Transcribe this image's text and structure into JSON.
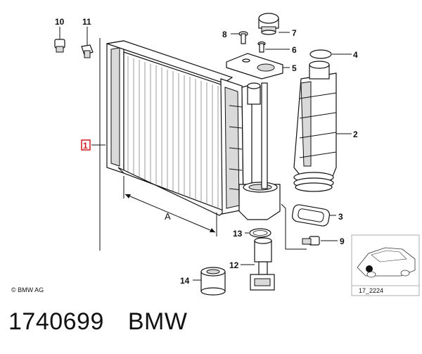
{
  "callouts": {
    "c1": "1",
    "c2": "2",
    "c3": "3",
    "c4": "4",
    "c5": "5",
    "c6": "6",
    "c7": "7",
    "c8": "8",
    "c9": "9",
    "c10": "10",
    "c11": "11",
    "c12": "12",
    "c13": "13",
    "c14": "14"
  },
  "dimension_label": "A",
  "copyright": "© BMW AG",
  "thumbnail_ref": "17_2224",
  "caption": {
    "part_number": "1740699",
    "brand": "BMW"
  },
  "colors": {
    "highlight": "#d0191e",
    "ink": "#111111"
  }
}
